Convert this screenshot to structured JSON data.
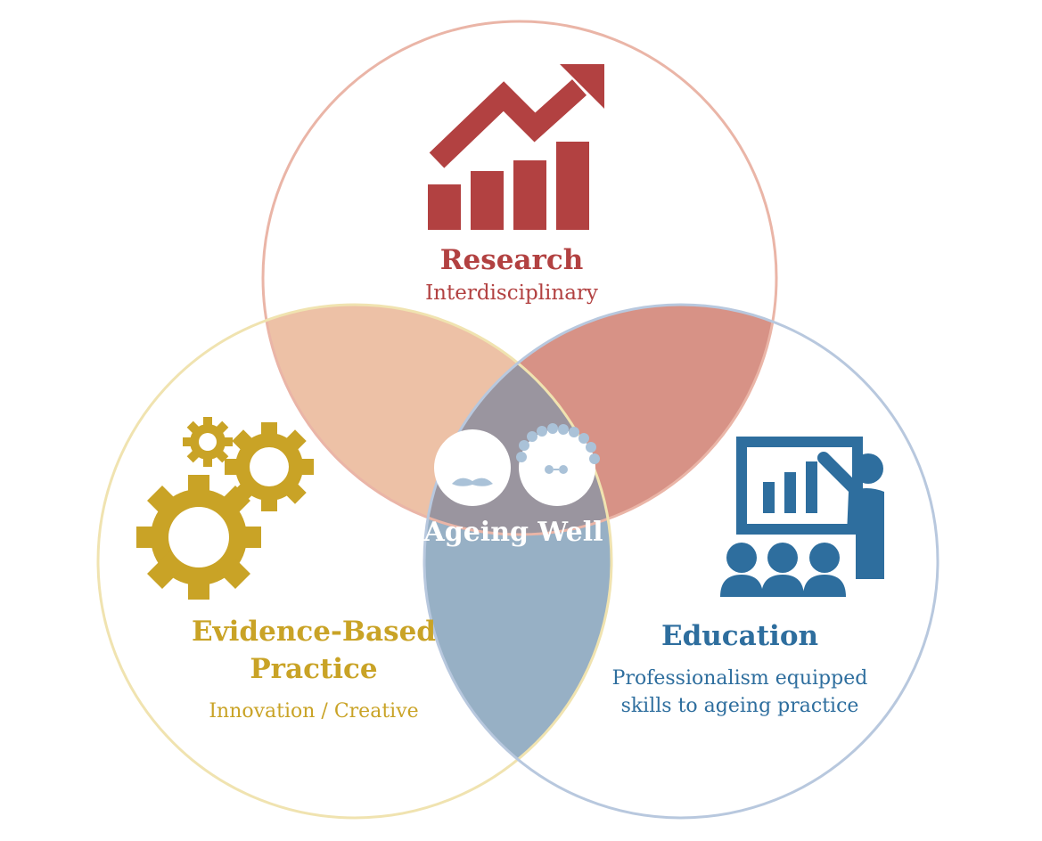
{
  "research": {
    "title": "Research",
    "subtitle": "Interdisciplinary"
  },
  "ebp": {
    "title": "Evidence-Based Practice",
    "subtitle": "Innovation / Creative"
  },
  "education": {
    "title": "Education",
    "subtitle": "Professionalism equipped skills to ageing practice"
  },
  "center": {
    "title": "Ageing Well"
  },
  "colors": {
    "research": "#b24141",
    "ebp": "#c9a326",
    "education": "#2e6e9e",
    "overlap_research_ebp": "#edc1a6",
    "overlap_research_education": "#d79286",
    "overlap_ebp_education": "#97b0c5",
    "overlap_all": "#9a959f"
  },
  "icons": {
    "research": "bar-chart-trend-arrow-icon",
    "ebp": "gears-icon",
    "education": "presentation-audience-icon",
    "center_left": "man-face-mustache-icon",
    "center_right": "woman-face-glasses-icon"
  }
}
